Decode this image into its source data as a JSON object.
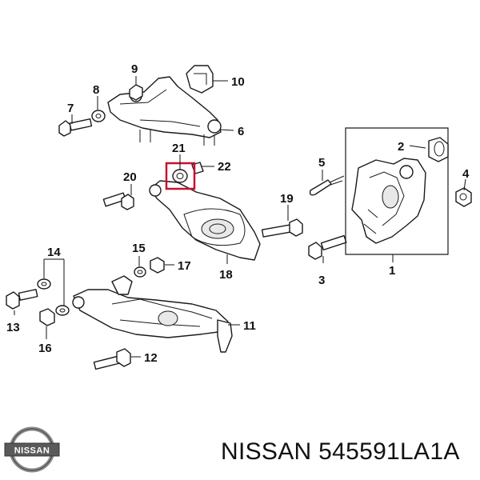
{
  "callouts": {
    "c1": "1",
    "c2": "2",
    "c3": "3",
    "c4": "4",
    "c5": "5",
    "c6": "6",
    "c7": "7",
    "c8": "8",
    "c9": "9",
    "c10": "10",
    "c11": "11",
    "c12": "12",
    "c13": "13",
    "c14": "14",
    "c15": "15",
    "c16": "16",
    "c17": "17",
    "c18": "18",
    "c19": "19",
    "c20": "20",
    "c21": "21",
    "c22": "22"
  },
  "highlighted_part": "21",
  "highlight_color": "#c8102e",
  "logo": {
    "brand": "NISSAN",
    "icon": "nissan-logo-icon"
  },
  "footer": {
    "part_number": "NISSAN 545591LA1A"
  }
}
